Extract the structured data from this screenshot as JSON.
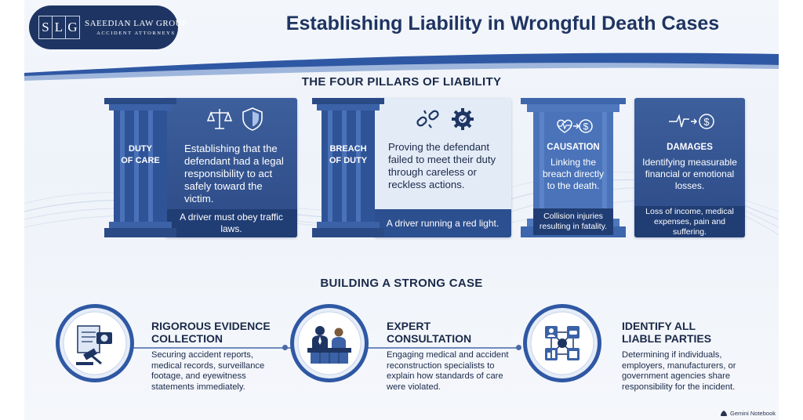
{
  "logo": {
    "letters": [
      "S",
      "L",
      "G"
    ],
    "firm_name": "SAEEDIAN LAW GROUP",
    "tagline": "ACCIDENT ATTORNEYS"
  },
  "title": "Establishing Liability in Wrongful Death Cases",
  "pillars_section": {
    "heading": "THE FOUR PILLARS OF LIABILITY",
    "pillars": [
      {
        "label_line1": "DUTY",
        "label_line2": "OF CARE",
        "description": "Establishing that the defendant had a legal responsibility to act safely toward the victim.",
        "example": "A driver must obey traffic laws.",
        "icons": [
          "scales-icon",
          "shield-icon"
        ]
      },
      {
        "label_line1": "BREACH",
        "label_line2": "OF DUTY",
        "description": "Proving the defendant failed to meet their duty through careless or reckless actions.",
        "example": "A driver running a red light.",
        "icons": [
          "broken-chain-icon",
          "gear-icon"
        ]
      },
      {
        "label_line1": "CAUSATION",
        "label_line2": "",
        "description": "Linking the breach directly to the death.",
        "example": "Collision injuries resulting in fatality.",
        "icons": [
          "heartbeat-dollar-icon"
        ]
      },
      {
        "label_line1": "DAMAGES",
        "label_line2": "",
        "description": "Identifying measurable financial or emotional losses.",
        "example": "Loss of income, medical expenses, pain and suffering.",
        "icons": [
          "heartbeat-dollar-icon"
        ]
      }
    ]
  },
  "case_section": {
    "heading": "BUILDING A STRONG CASE",
    "steps": [
      {
        "title_line1": "RIGOROUS EVIDENCE",
        "title_line2": "COLLECTION",
        "description": "Securing accident reports, medical records, surveillance footage, and eyewitness statements immediately.",
        "icon": "evidence-gavel-icon"
      },
      {
        "title_line1": "EXPERT",
        "title_line2": "CONSULTATION",
        "description": "Engaging medical and accident reconstruction specialists to explain how standards of care were violated.",
        "icon": "expert-witness-icon"
      },
      {
        "title_line1": "IDENTIFY ALL",
        "title_line2": "LIABLE PARTIES",
        "description": "Determining if individuals, employers, manufacturers, or government agencies share responsibility for the incident.",
        "icon": "network-parties-icon"
      }
    ]
  },
  "badge": "Gemini Notebook",
  "colors": {
    "navy": "#1e3563",
    "pillar_blue": "#2c4a86",
    "card_light": "#e3ebf7",
    "example_band": "#2c4f8f",
    "accent_line": "#6f8bbf"
  }
}
